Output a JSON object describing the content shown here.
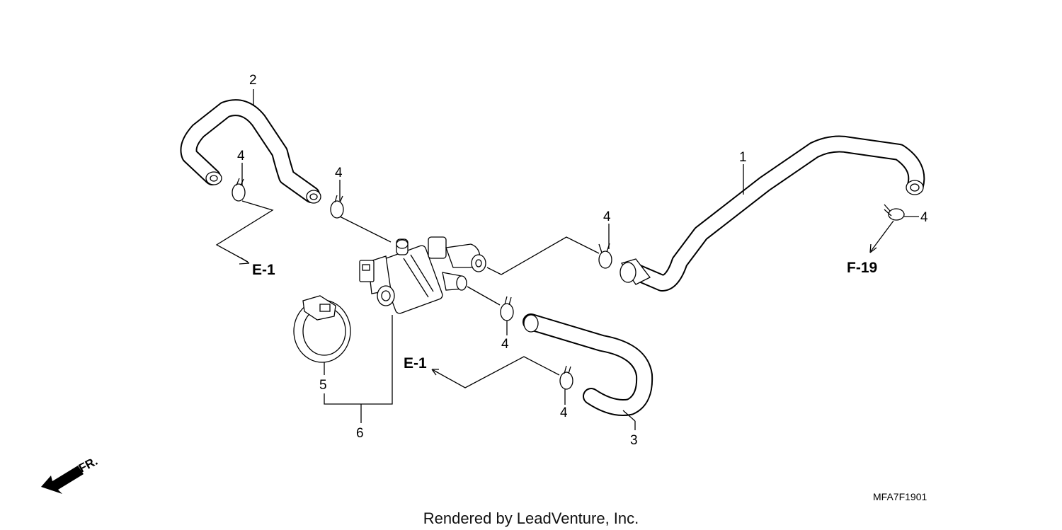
{
  "callouts": {
    "p1": "1",
    "p2": "2",
    "p3": "3",
    "p4a": "4",
    "p4b": "4",
    "p4c": "4",
    "p4d": "4",
    "p4e": "4",
    "p4f": "4",
    "p5": "5",
    "p6": "6"
  },
  "refs": {
    "e1_left": "E-1",
    "e1_lower": "E-1",
    "f19": "F-19"
  },
  "direction": "FR.",
  "diagram_code": "MFA7F1901",
  "credit": "Rendered by LeadVenture, Inc."
}
